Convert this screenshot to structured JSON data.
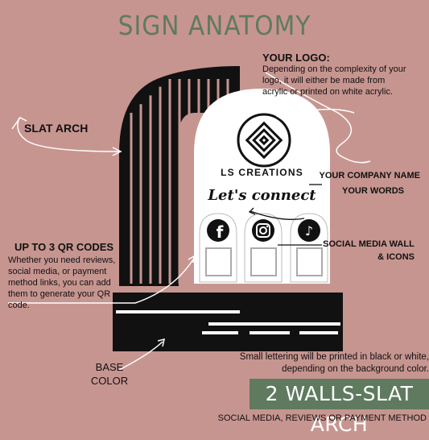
{
  "title": "SIGN ANATOMY",
  "your_logo": {
    "heading": "YOUR LOGO:",
    "text": "Depending on the complexity of your logo, it will either be made from acrylic or printed on white acrylic."
  },
  "slat_arch": {
    "label": "SLAT ARCH"
  },
  "company": {
    "name_label": "YOUR COMPANY NAME",
    "words_label": "YOUR WORDS"
  },
  "sign": {
    "brand_name": "LS CREATIONS",
    "tagline": "Let's connect"
  },
  "social_wall": {
    "label_line1": "SOCIAL MEDIA WALL",
    "label_line2": "& ICONS"
  },
  "qr": {
    "heading": "UP TO 3 QR CODES",
    "text": "Whether you need reviews, social media, or payment method links, you can add them to generate your QR code."
  },
  "base": {
    "label_line1": "BASE",
    "label_line2": "COLOR"
  },
  "lettering_note": "Small lettering will be printed in black or white, depending on the background color.",
  "banner": {
    "title": "2 WALLS-SLAT ARCH",
    "subtitle": "SOCIAL MEDIA, REVIEWS OR PAYMENT METHOD"
  },
  "icons": [
    "facebook-icon",
    "instagram-icon",
    "tiktok-icon",
    "logo-icon"
  ],
  "colors": {
    "background": "#c79590",
    "accent": "#5f7a5f",
    "ink": "#111111",
    "white": "#ffffff"
  }
}
